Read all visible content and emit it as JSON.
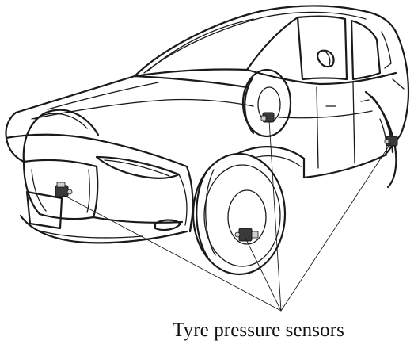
{
  "figure": {
    "subject": "car-line-drawing",
    "callout_label": "Tyre pressure sensors",
    "callout_target_count": 4,
    "stroke_color": "#1a1a1a",
    "background_color": "#ffffff"
  }
}
